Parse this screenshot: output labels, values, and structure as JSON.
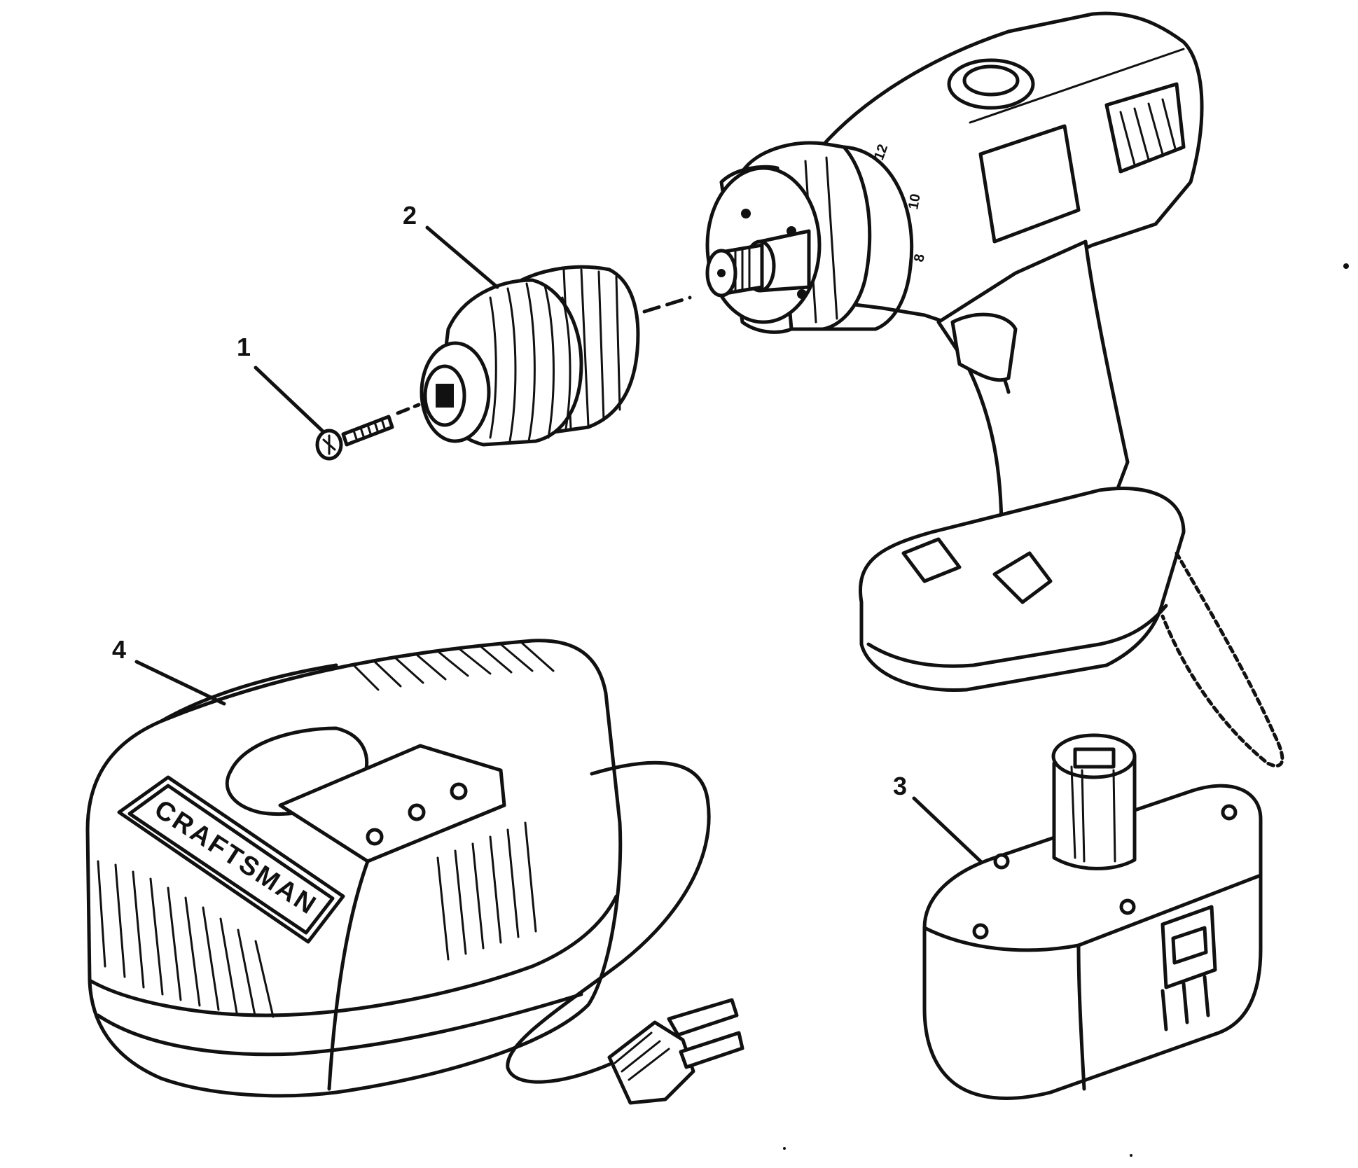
{
  "colors": {
    "ink": "#111111",
    "paper": "#ffffff"
  },
  "callouts": [
    {
      "label": "1",
      "part": "screw"
    },
    {
      "label": "2",
      "part": "chuck"
    },
    {
      "label": "3",
      "part": "battery-pack"
    },
    {
      "label": "4",
      "part": "charger"
    }
  ],
  "charger": {
    "brand": "CRAFTSMAN"
  },
  "drill": {
    "clutch_settings": [
      "8",
      "10",
      "12"
    ]
  }
}
